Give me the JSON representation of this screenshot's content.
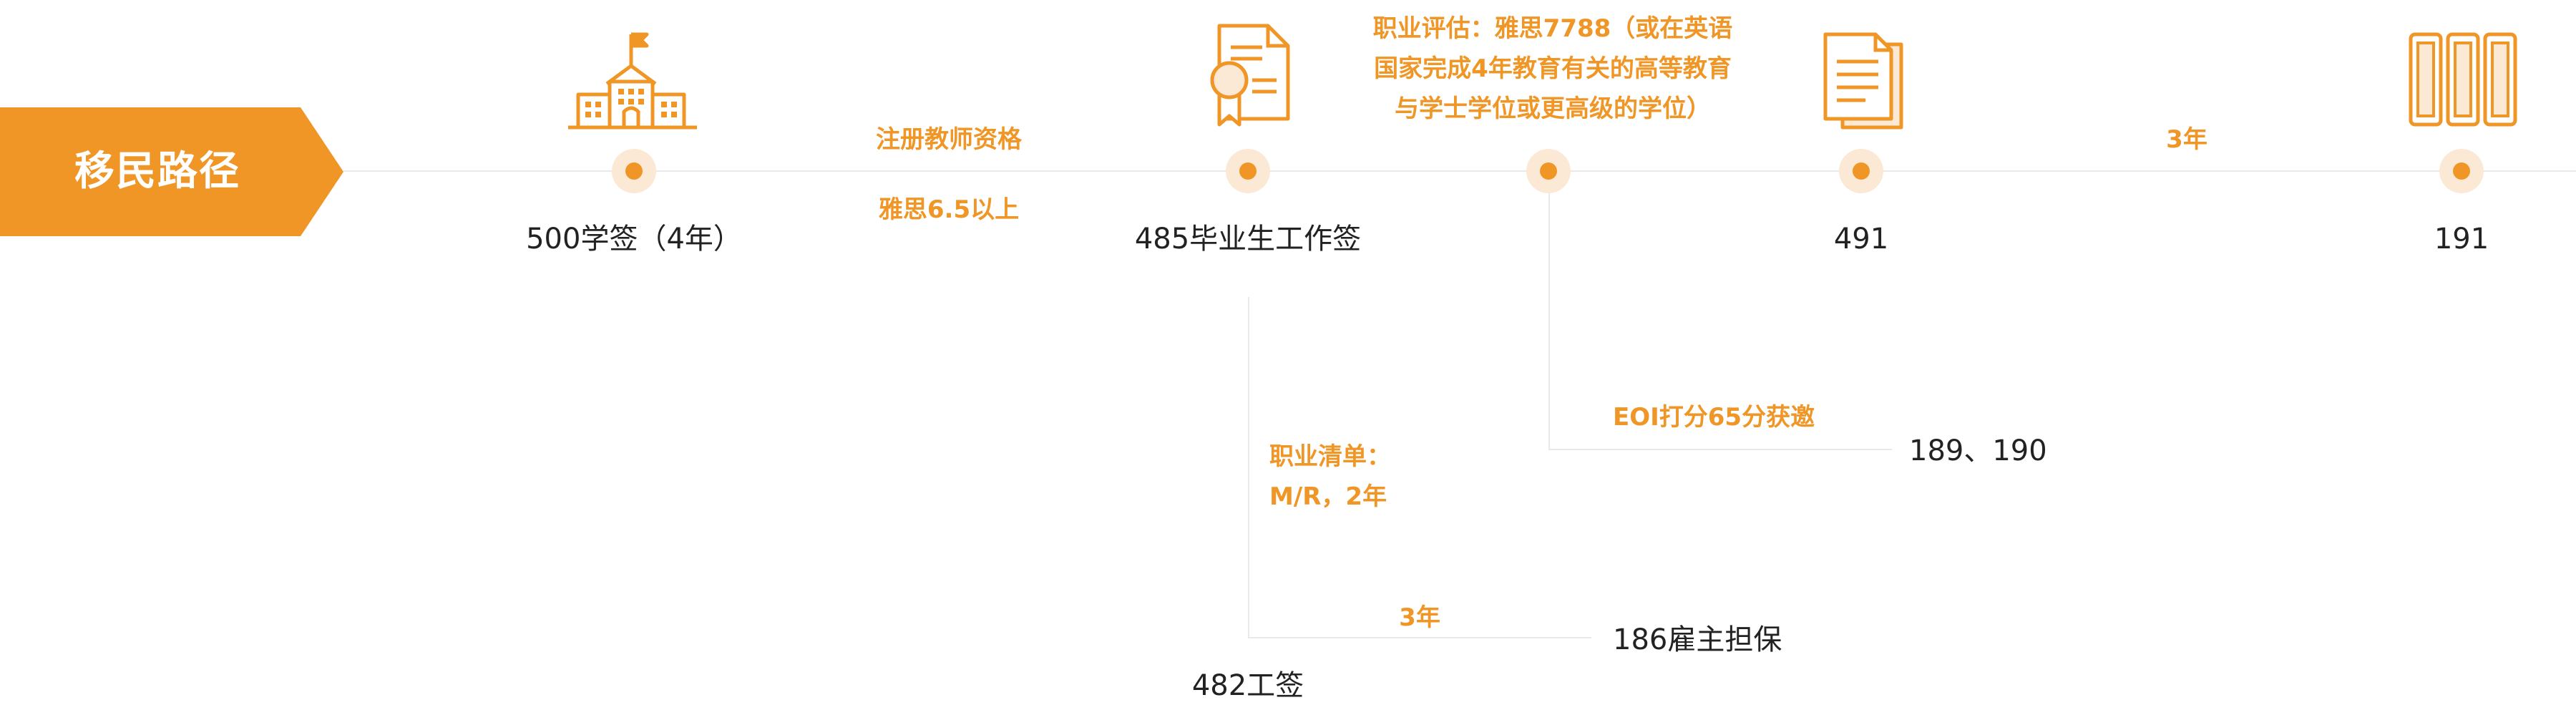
{
  "title": "移民路径",
  "accent_color": "#ef9626",
  "visas": {
    "v500": "500学签（4年）",
    "v485": "485毕业生工作签",
    "v491": "491",
    "v191": "191",
    "v189_190": "189、190",
    "v186": "186雇主担保",
    "v482": "482工签"
  },
  "notes": {
    "teacher_reg": "注册教师资格",
    "ielts_65": "雅思6.5以上",
    "assessment": [
      "职业评估：雅思7788（或在英语",
      "国家完成4年教育有关的高等教育",
      "与学士学位或更高级的学位）"
    ],
    "three_years_top": "3年",
    "eoi": "EOI打分65分获邀",
    "occupation_list": [
      "职业清单：",
      "M/R，2年"
    ],
    "three_years_bottom": "3年"
  },
  "icons": [
    "school-icon",
    "certificate-icon",
    "document-icon",
    "books-icon"
  ]
}
